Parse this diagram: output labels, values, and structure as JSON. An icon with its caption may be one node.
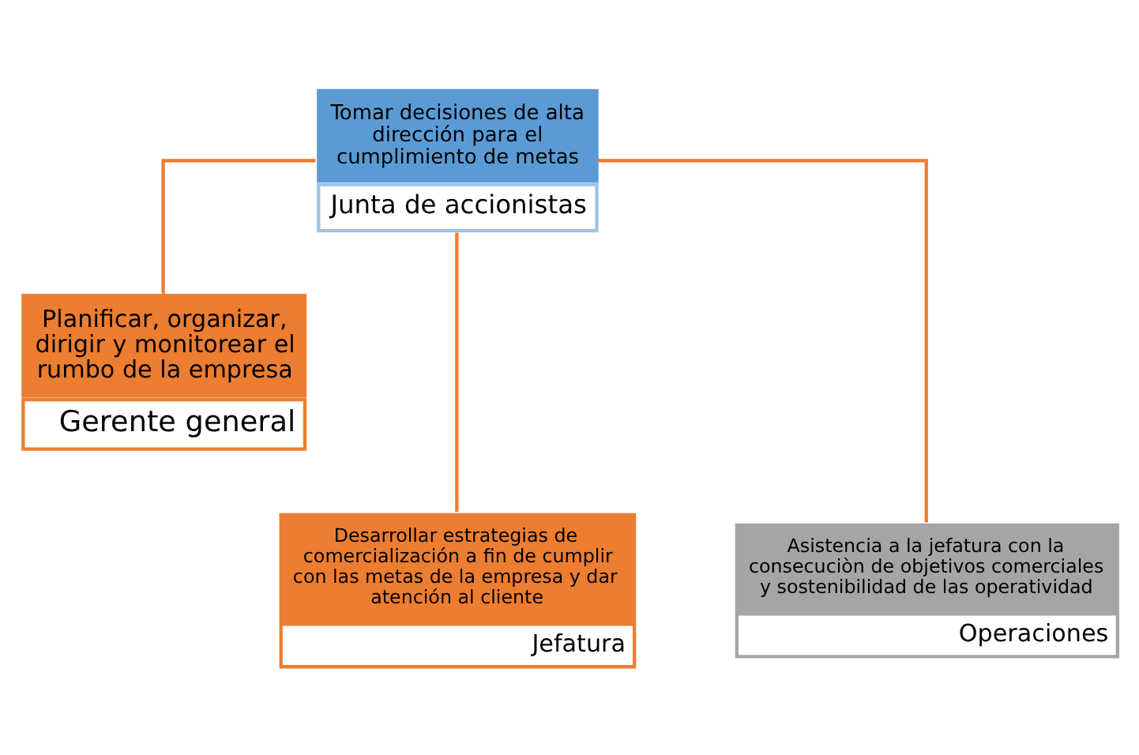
{
  "diagram": {
    "nodes": [
      {
        "text": [
          "Tomar decisiones de alta dirección para el cumplimiento de metas",
          "Junta de accionistas"
        ]
      },
      {
        "text": [
          "Planificar, organizar, dirigir y monitorear el rumbo de la empresa",
          "Gerente general"
        ]
      },
      {
        "text": [
          "Desarrollar estrategias de comercialización a fin de cumplir con las metas de la empresa y dar atención al cliente",
          "Jefatura"
        ]
      },
      {
        "text": [
          "Asistencia a la jefatura con la consecuciòn de objetivos comerciales y sostenibilidad de las operatividad",
          "Operaciones"
        ]
      }
    ],
    "edges": [
      {
        "from": 0,
        "to": 1,
        "arrow": "none"
      },
      {
        "from": 0,
        "to": 2,
        "arrow": "none"
      },
      {
        "from": 0,
        "to": 3,
        "arrow": "none"
      }
    ]
  }
}
